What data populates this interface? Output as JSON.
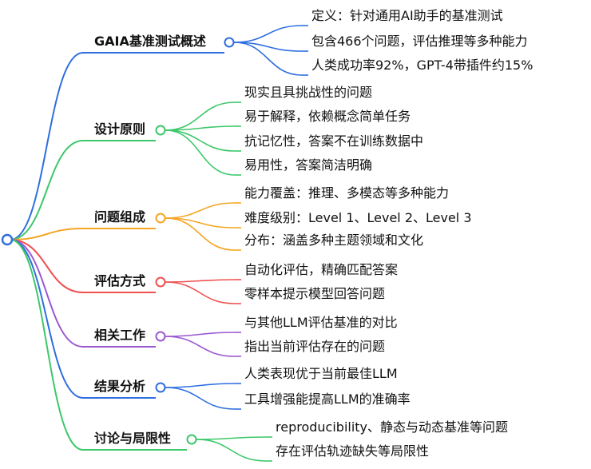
{
  "colors": {
    "root": "#2f6fe0",
    "branches": [
      "#2f6fe0",
      "#3cc86a",
      "#f5a623",
      "#ef5050",
      "#9b59d0",
      "#2f6fe0",
      "#3cc86a"
    ]
  },
  "branches": [
    {
      "label": "GAIA基准测试概述",
      "children": [
        "定义：针对通用AI助手的基准测试",
        "包含466个问题，评估推理等多种能力",
        "人类成功率92%，GPT-4带插件约15%"
      ]
    },
    {
      "label": "设计原则",
      "children": [
        "现实且具挑战性的问题",
        "易于解释，依赖概念简单任务",
        "抗记忆性，答案不在训练数据中",
        "易用性，答案简洁明确"
      ]
    },
    {
      "label": "问题组成",
      "children": [
        "能力覆盖：推理、多模态等多种能力",
        "难度级别：Level 1、Level 2、Level 3",
        "分布：涵盖多种主题领域和文化"
      ]
    },
    {
      "label": "评估方式",
      "children": [
        "自动化评估，精确匹配答案",
        "零样本提示模型回答问题"
      ]
    },
    {
      "label": "相关工作",
      "children": [
        "与其他LLM评估基准的对比",
        "指出当前评估存在的问题"
      ]
    },
    {
      "label": "结果分析",
      "children": [
        "人类表现优于当前最佳LLM",
        "工具增强能提高LLM的准确率"
      ]
    },
    {
      "label": "讨论与局限性",
      "children": [
        "reproducibility、静态与动态基准等问题",
        "存在评估轨迹缺失等局限性"
      ]
    }
  ]
}
